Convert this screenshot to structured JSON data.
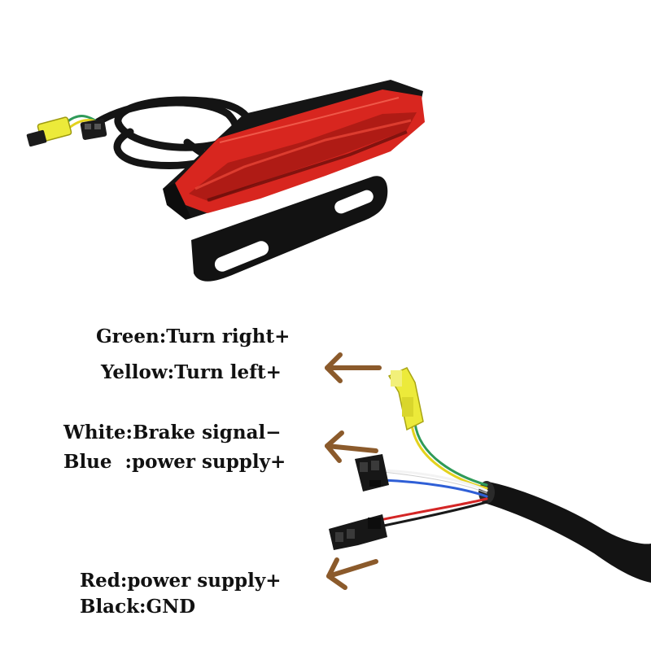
{
  "colors": {
    "lens": "#d8261f",
    "lens_dark": "#8f1410",
    "housing": "#161616",
    "arrow": "#8b5a2b",
    "wire_green": "#2f9a59",
    "wire_yellow": "#e3d21e",
    "wire_white": "#f3f3f3",
    "wire_blue": "#2f5fd6",
    "wire_red": "#d42626",
    "wire_black": "#1a1a1a",
    "connector_yellow": "#ecea3a"
  },
  "labels": {
    "green": "Green:Turn right+",
    "yellow": "Yellow:Turn left+",
    "white": "White:Brake signal−",
    "blue": "Blue  :power supply+",
    "red": "Red:power supply+",
    "black": "Black:GND"
  },
  "icons": [
    "tail-light",
    "cable-coil",
    "yellow-connector",
    "black-connector",
    "arrow-left-icon"
  ]
}
